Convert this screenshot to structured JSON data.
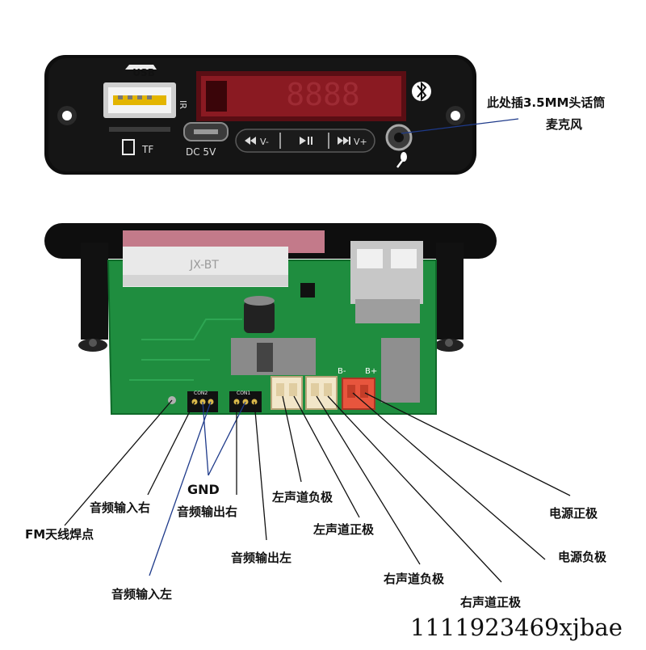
{
  "front_panel": {
    "usb_label": "USB",
    "ir_label": "IR",
    "tf_label": "TF",
    "dc_label": "DC 5V",
    "display_digits": "8888",
    "buttons": {
      "prev_label": "V-",
      "play_label": "",
      "next_label": "V+"
    }
  },
  "board": {
    "silkscreen_title": "JX-BT",
    "con2_label": "CON2",
    "con1_label": "CON1",
    "b_minus": "B-",
    "b_plus": "B+"
  },
  "annotations": {
    "mic": "此处插3.5MM头话筒",
    "mic_line2": "麦克风",
    "gnd": "GND",
    "audio_in_right": "音频输入右",
    "audio_out_right": "音频输出右",
    "fm_antenna": "FM天线焊点",
    "audio_out_left": "音频输出左",
    "audio_in_left": "音频输入左",
    "left_neg": "左声道负极",
    "left_pos": "左声道正极",
    "right_neg": "右声道负极",
    "right_pos": "右声道正极",
    "power_pos": "电源正极",
    "power_neg": "电源负极"
  },
  "watermark": "1111923469xjbae",
  "colors": {
    "panel": "#101010",
    "display": "#8a1a22",
    "pcb": "#1c8a3c",
    "connector_white": "#f2e6c9",
    "connector_red": "#e8553d",
    "leader_black": "#111111",
    "leader_blue": "#1e3a8a"
  }
}
